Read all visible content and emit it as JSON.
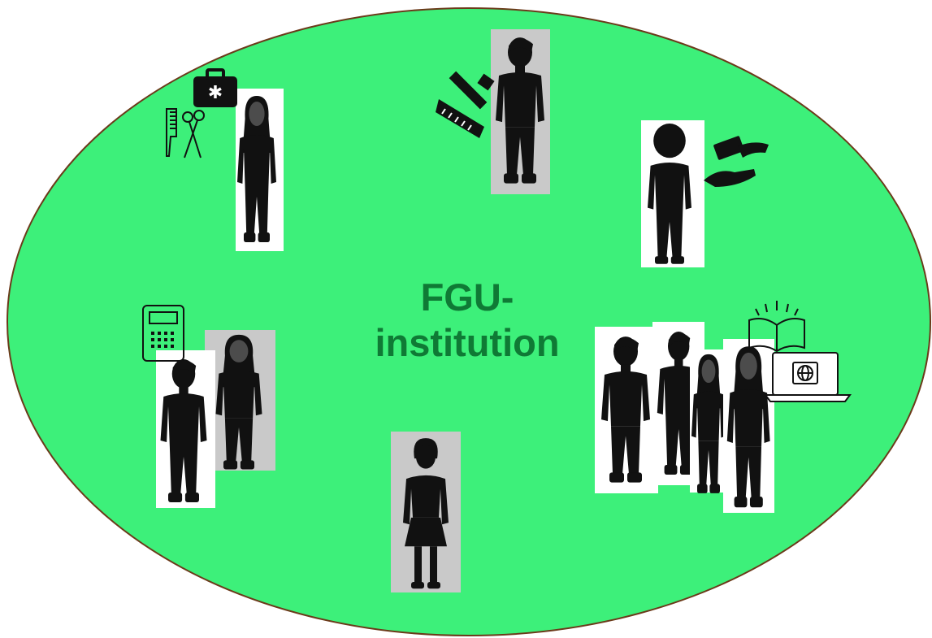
{
  "diagram": {
    "center_label_lines": [
      "FGU-",
      "institution"
    ],
    "colors": {
      "ellipse_fill": "#3df07a",
      "ellipse_stroke": "#6b3a1a",
      "label": "#0f7a35",
      "photo_bg_grey": "#c9c9c9",
      "photo_bg_white": "#ffffff",
      "silhouette": "#111111"
    },
    "groups": [
      {
        "name": "health-beauty-worker",
        "icons": [
          "first-aid-kit-icon",
          "comb-icon",
          "scissors-icon"
        ]
      },
      {
        "name": "craftsman",
        "icons": [
          "hammer-icon",
          "saw-icon"
        ]
      },
      {
        "name": "finance-worker",
        "icons": [
          "money-hand-icon"
        ]
      },
      {
        "name": "office-workers",
        "icons": [
          "calculator-icon"
        ]
      },
      {
        "name": "students",
        "icons": [
          "book-icon",
          "laptop-globe-icon"
        ]
      },
      {
        "name": "service-worker",
        "icons": []
      }
    ]
  }
}
